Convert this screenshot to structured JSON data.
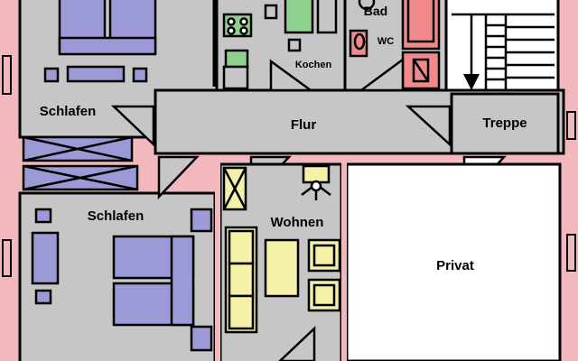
{
  "plan": {
    "rooms": {
      "bedroom_top": "Schlafen",
      "bedroom_bottom": "Schlafen",
      "kitchen": "Kochen",
      "bath": "Bad",
      "wc": "WC",
      "hall": "Flur",
      "stairs": "Treppe",
      "living": "Wohnen",
      "private": "Privat"
    },
    "colors": {
      "outer_wall": "#f2b8be",
      "floor": "#c6c6c6",
      "private_floor": "#ffffff",
      "bed": "#9c9ad6",
      "kitchen_units": "#8ed08e",
      "sofa": "#f4f0a8",
      "bathtub": "#f08a8a",
      "outline": "#000000"
    }
  }
}
